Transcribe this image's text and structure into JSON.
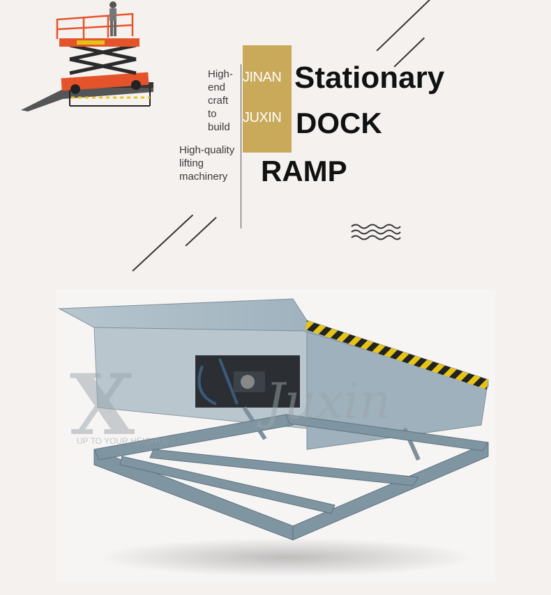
{
  "tagline": {
    "line1": "High-end craft to build",
    "line2": "High-quality lifting machinery"
  },
  "brand": {
    "line1": "JINAN",
    "line2": "JUXIN"
  },
  "title": {
    "line1": "Stationary",
    "line2": "DOCK",
    "line3": "RAMP"
  },
  "watermark": {
    "text": "UP TO YOUR HEIGHTS",
    "logo_text": "Juxin"
  },
  "colors": {
    "background": "#f5f1ef",
    "gold_accent": "#c9a95a",
    "ramp_steel": "#8fa6b3",
    "hazard_yellow": "#e6c416",
    "lift_orange": "#e5532a"
  }
}
